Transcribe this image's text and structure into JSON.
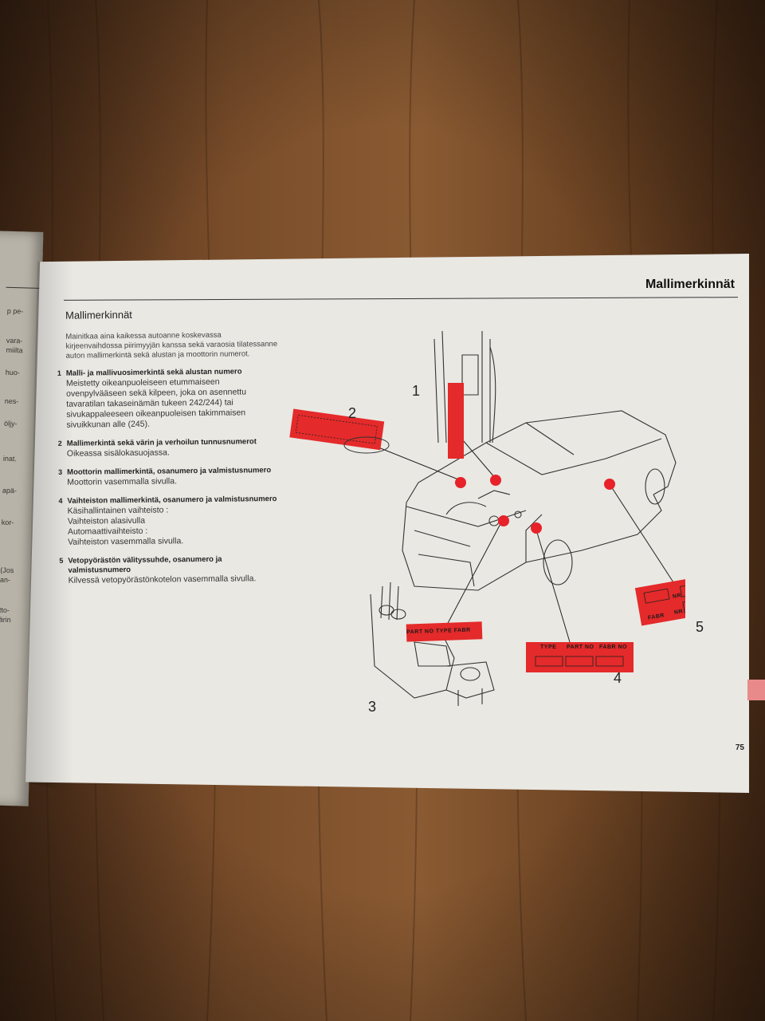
{
  "page": {
    "header_title": "Mallimerkinnät",
    "section_title": "Mallimerkinnät",
    "intro": "Mainitkaa aina kaikessa autoanne koskevassa kirjeenvaihdossa piirimyyjän kanssa sekä varaosia tilatessanne auton mallimerkintä sekä alustan ja moottorin numerot.",
    "page_number": "75",
    "items": [
      {
        "number": "1",
        "heading": "Malli- ja mallivuosimerkintä sekä alustan numero",
        "description": "Meistetty oikeanpuoleiseen etummaiseen ovenpylvääseen sekä kilpeen, joka on asennettu tavaratilan takaseinämän tukeen 242/244) tai sivukappaleeseen oikeanpuoleisen takimmaisen sivuikkunan alle (245)."
      },
      {
        "number": "2",
        "heading": "Mallimerkintä sekä värin ja verhoilun tunnusnumerot",
        "description": "Oikeassa sisälokasuojassa."
      },
      {
        "number": "3",
        "heading": "Moottorin mallimerkintä, osanumero ja valmistusnumero",
        "description": "Moottorin vasemmalla sivulla."
      },
      {
        "number": "4",
        "heading": "Vaihteiston mallimerkintä, osanumero ja valmistusnumero",
        "description": "Käsihallintainen vaihteisto :\nVaihteiston alasivulla\nAutomaattivaihteisto :\nVaihteiston vasemmalla sivulla."
      },
      {
        "number": "5",
        "heading": "Vetopyörästön välityssuhde, osanumero ja valmistusnumero",
        "description": "Kilvessä vetopyörästönkotelon vasemmalla sivulla."
      }
    ]
  },
  "figure": {
    "callouts": [
      "1",
      "2",
      "3",
      "4",
      "5"
    ],
    "plate4_labels": [
      "TYPE",
      "PART NO",
      "FABR NO"
    ],
    "plate5_labels": [
      "NR",
      "FABR",
      "NR"
    ],
    "plate3_text": "PART NO TYPE FABR",
    "marker_color": "#e8222a",
    "plate_color": "#e42a2a"
  },
  "left_page_fragments": [
    "p pe-",
    "vara-",
    "miilta",
    "huo-",
    "nes-",
    "öljy-",
    "inat.",
    "apä-",
    "kor-",
    "(Jos",
    "an-",
    "tto-",
    "ärin"
  ]
}
